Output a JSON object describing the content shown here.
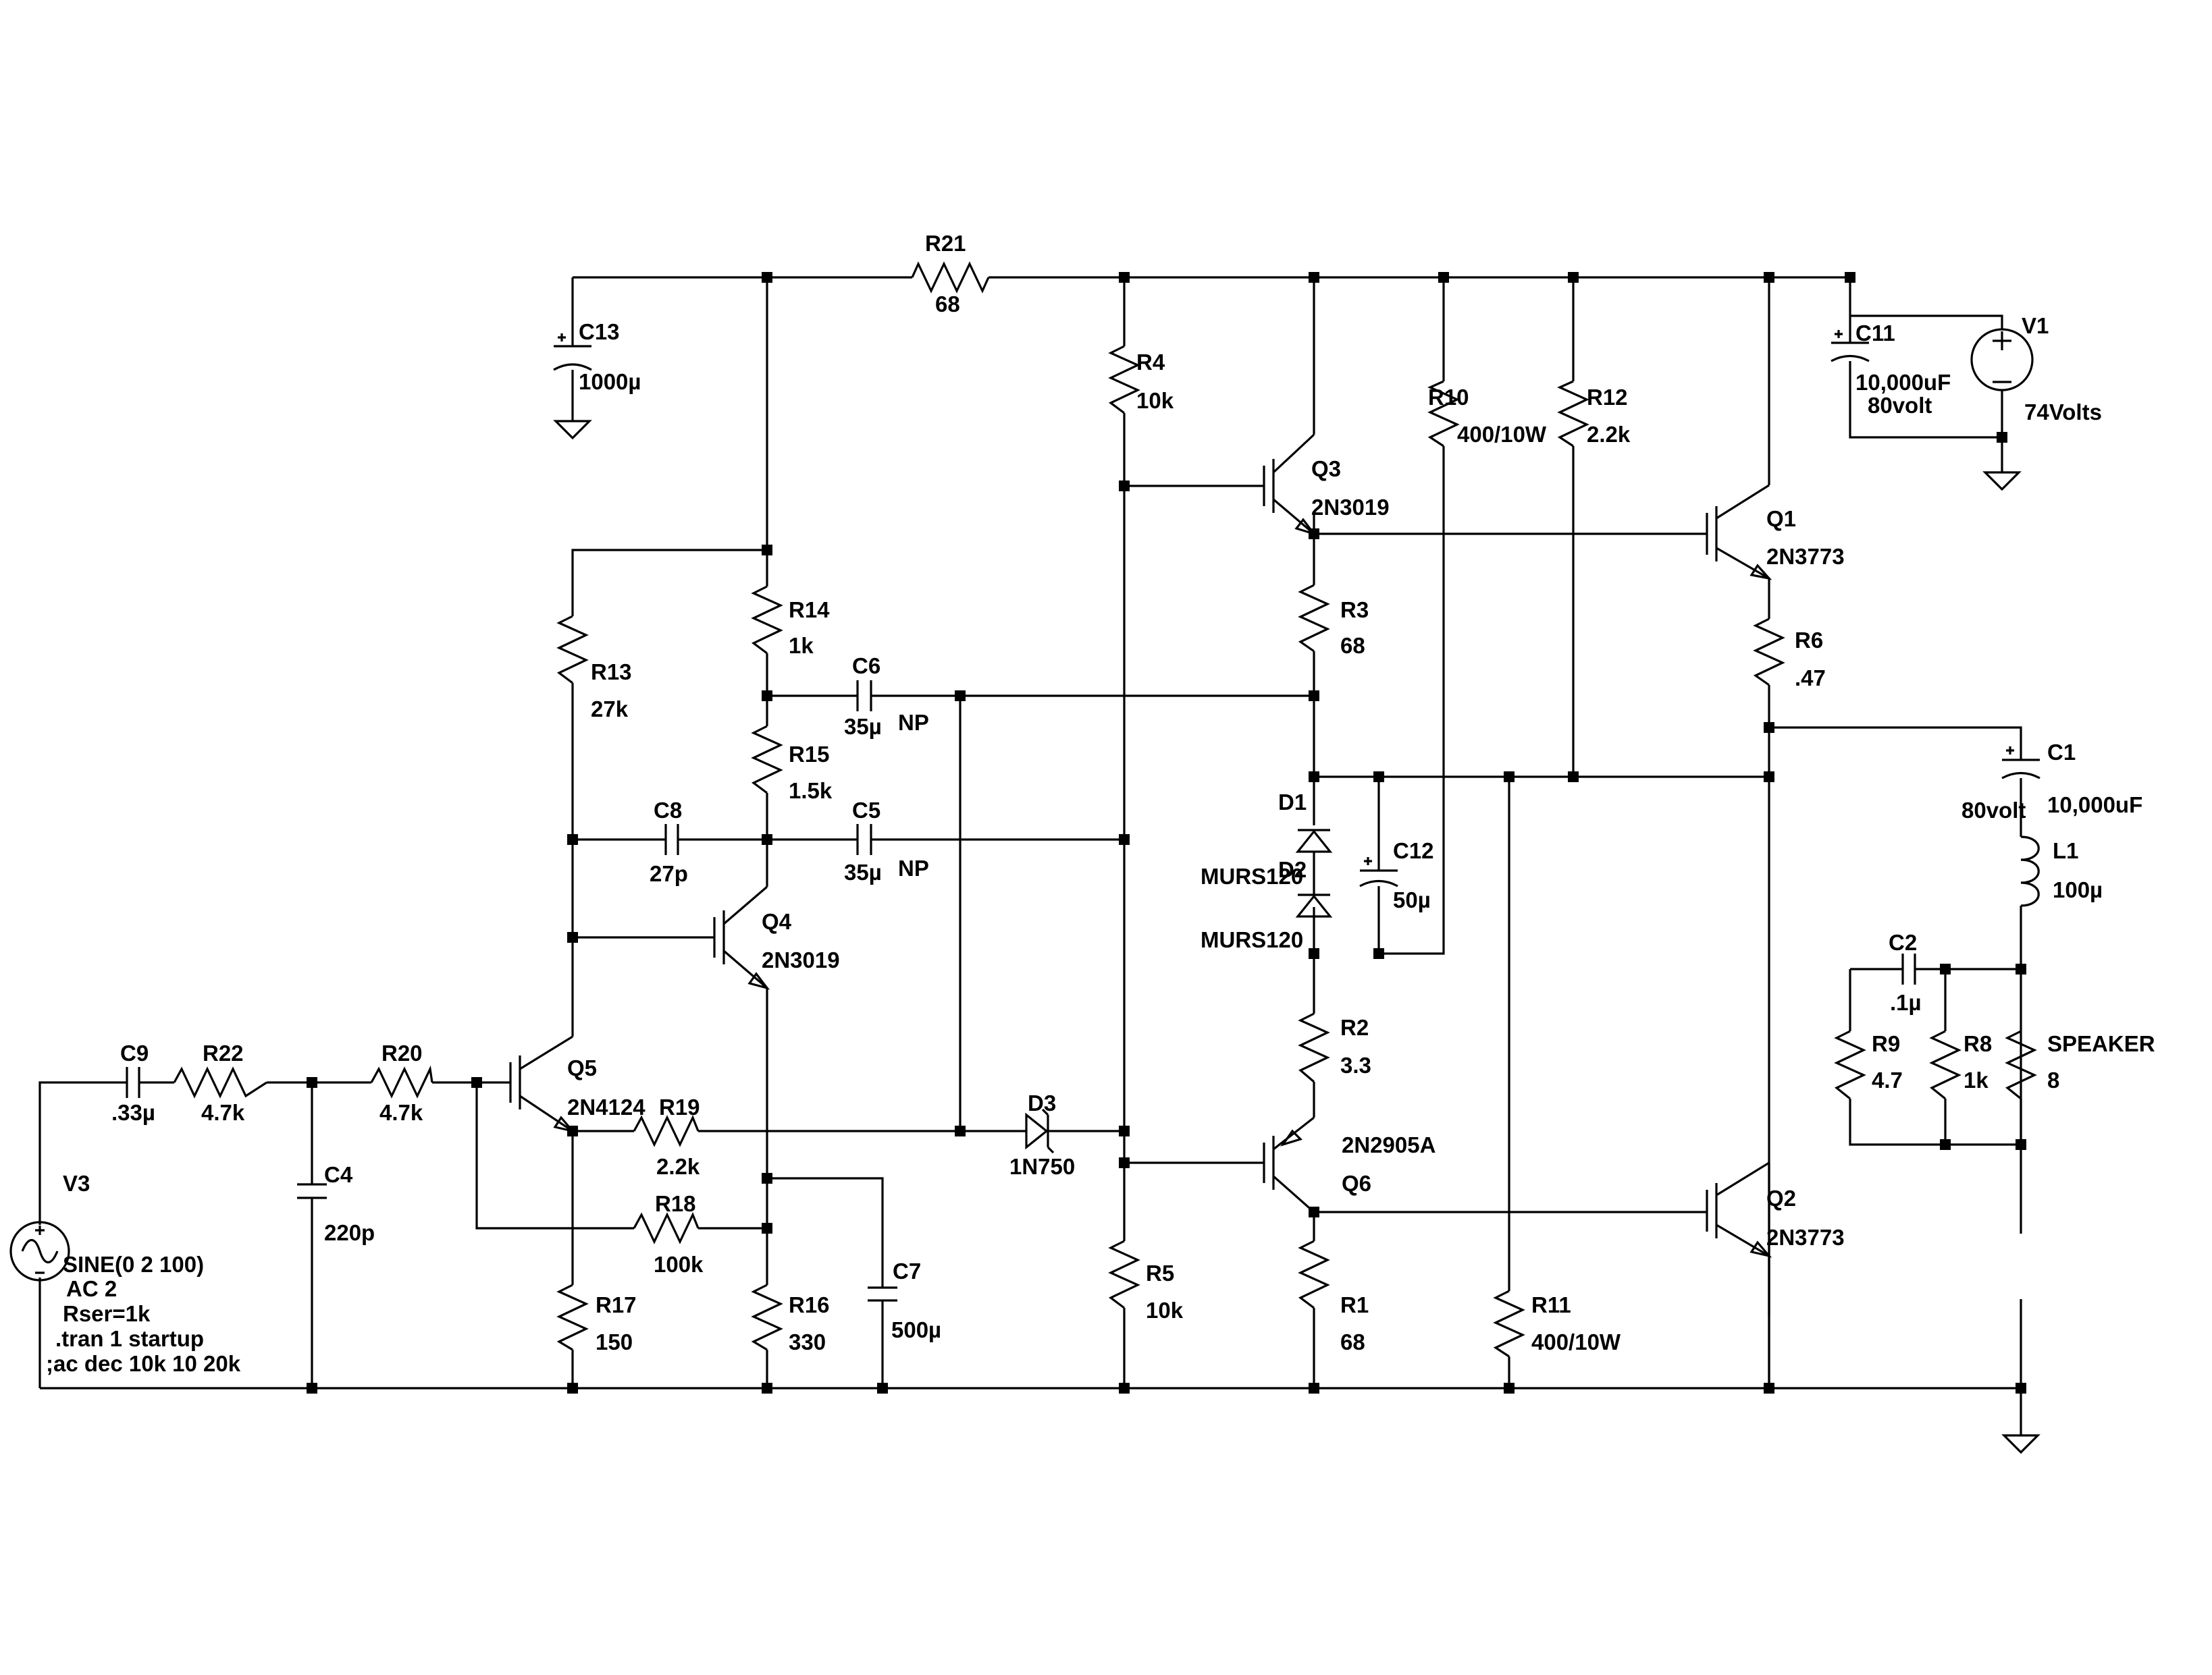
{
  "schematic": {
    "components": {
      "R21": {
        "name": "R21",
        "value": "68"
      },
      "R4": {
        "name": "R4",
        "value": "10k"
      },
      "R10": {
        "name": "R10",
        "value": "400/10W"
      },
      "R12": {
        "name": "R12",
        "value": "2.2k"
      },
      "C13": {
        "name": "C13",
        "value": "1000µ"
      },
      "C11": {
        "name": "C11",
        "value": "10,000uF",
        "value2": "80volt"
      },
      "V1": {
        "name": "V1",
        "value": "74Volts"
      },
      "Q3": {
        "name": "Q3",
        "value": "2N3019"
      },
      "Q1": {
        "name": "Q1",
        "value": "2N3773"
      },
      "R14": {
        "name": "R14",
        "value": "1k"
      },
      "R13": {
        "name": "R13",
        "value": "27k"
      },
      "C6": {
        "name": "C6",
        "value": "35µ",
        "extra": "NP"
      },
      "R3": {
        "name": "R3",
        "value": "68"
      },
      "R6": {
        "name": "R6",
        "value": ".47"
      },
      "R15": {
        "name": "R15",
        "value": "1.5k"
      },
      "C1": {
        "name": "C1",
        "value": "10,000uF",
        "value2": "80volt"
      },
      "C8": {
        "name": "C8",
        "value": "27p"
      },
      "C5": {
        "name": "C5",
        "value": "35µ",
        "extra": "NP"
      },
      "D1": {
        "name": "D1",
        "value": "MURS120"
      },
      "D2": {
        "name": "D2",
        "value": "MURS120"
      },
      "C12": {
        "name": "C12",
        "value": "50µ"
      },
      "L1": {
        "name": "L1",
        "value": "100µ"
      },
      "Q4": {
        "name": "Q4",
        "value": "2N3019"
      },
      "C2": {
        "name": "C2",
        "value": ".1µ"
      },
      "R2": {
        "name": "R2",
        "value": "3.3"
      },
      "R9": {
        "name": "R9",
        "value": "4.7"
      },
      "R8": {
        "name": "R8",
        "value": "1k"
      },
      "SPEAKER": {
        "name": "SPEAKER",
        "value": "8"
      },
      "C9": {
        "name": "C9",
        "value": ".33µ"
      },
      "R22": {
        "name": "R22",
        "value": "4.7k"
      },
      "R20": {
        "name": "R20",
        "value": "4.7k"
      },
      "Q5": {
        "name": "Q5",
        "value": "2N4124"
      },
      "R19": {
        "name": "R19",
        "value": "2.2k"
      },
      "D3": {
        "name": "D3",
        "value": "1N750"
      },
      "Q6": {
        "name": "Q6",
        "value": "2N2905A"
      },
      "C4": {
        "name": "C4",
        "value": "220p"
      },
      "V3": {
        "name": "V3"
      },
      "R18": {
        "name": "R18",
        "value": "100k"
      },
      "Q2": {
        "name": "Q2",
        "value": "2N3773"
      },
      "C7": {
        "name": "C7",
        "value": "500µ"
      },
      "R5": {
        "name": "R5",
        "value": "10k"
      },
      "R17": {
        "name": "R17",
        "value": "150"
      },
      "R16": {
        "name": "R16",
        "value": "330"
      },
      "R1": {
        "name": "R1",
        "value": "68"
      },
      "R11": {
        "name": "R11",
        "value": "400/10W"
      }
    },
    "source_spec": [
      "SINE(0 2 100)",
      "AC 2",
      "Rser=1k"
    ],
    "directives": [
      ".tran 1 startup",
      ";ac dec 10k 10 20k"
    ]
  }
}
